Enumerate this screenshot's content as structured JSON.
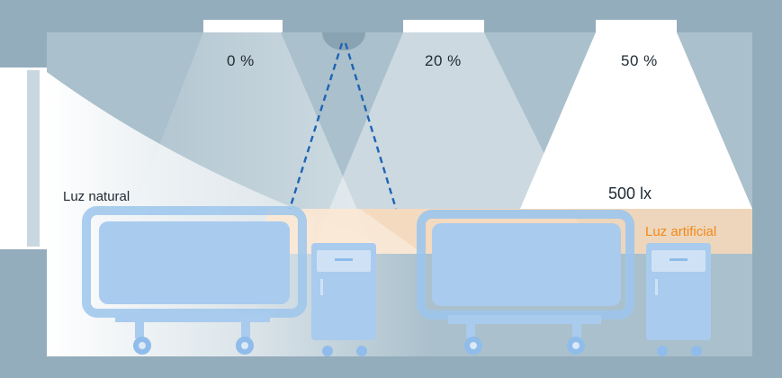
{
  "labels": {
    "lamp_1_level": "0 %",
    "lamp_2_level": "20 %",
    "lamp_3_level": "50 %",
    "illuminance": "500 lx",
    "natural_light": "Luz natural",
    "artificial_light": "Luz artificial"
  },
  "colors": {
    "wall": "#94adbc",
    "room_fill": "#aac0cc",
    "bed": "#a9cbee",
    "bed_outline": "#8fbcea",
    "artificial_band": "#fad9b8",
    "artificial_text": "#f08a1c",
    "sensor_lines": "#1e64b4",
    "text": "#1f2a33"
  }
}
